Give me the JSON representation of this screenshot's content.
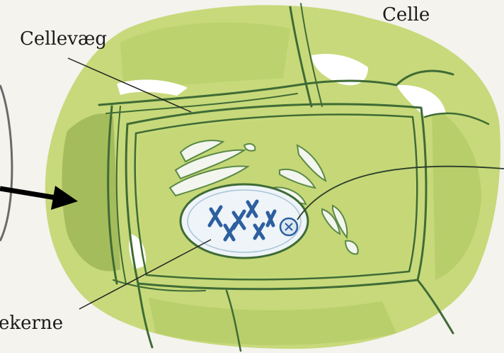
{
  "labels": {
    "cell_wall": "Cellevæg",
    "cell": "Celle",
    "nucleus": "ekerne"
  },
  "colors": {
    "background": "#f4f3ee",
    "cell_fill": "#c9da7a",
    "cell_fill_dark": "#a7bf58",
    "wall_line": "#3f6b35",
    "nucleus_fill": "#eef4f8",
    "chromosome": "#2d5fa0"
  }
}
